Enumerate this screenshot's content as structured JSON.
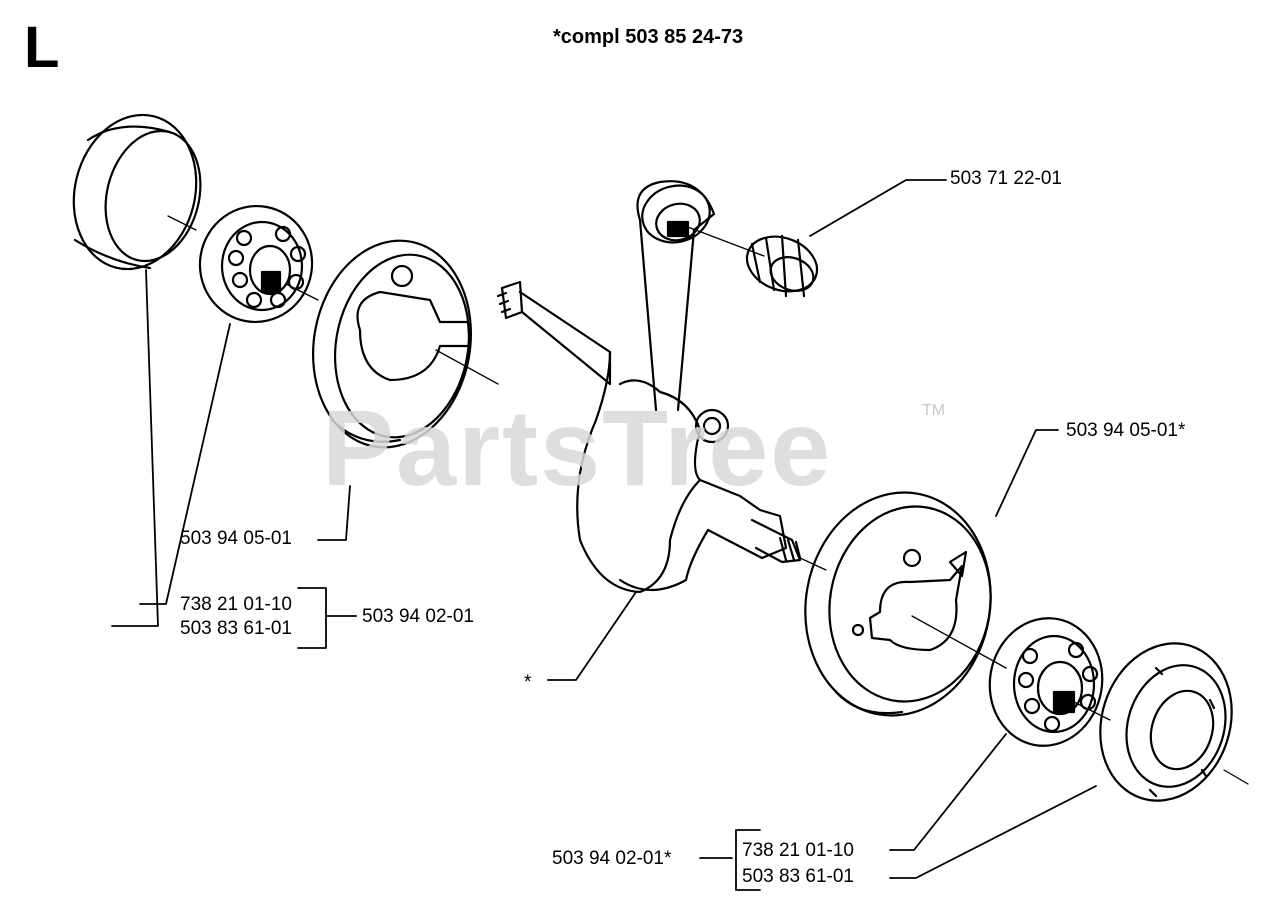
{
  "section": "L",
  "title": "*compl 503 85 24-73",
  "watermark": {
    "text": "PartsTree",
    "tm": "TM"
  },
  "labels": {
    "needle_bearing": "503 71 22-01",
    "bearing_housing_left": "503 94 05-01",
    "bearing_left": "738 21 01-10",
    "seal_left": "503 83 61-01",
    "kit_left": "503 94 02-01",
    "crankshaft": "*",
    "bearing_housing_right": "503 94 05-01*",
    "kit_right": "503 94 02-01*",
    "bearing_right": "738 21 01-10",
    "seal_right": "503 83 61-01"
  }
}
